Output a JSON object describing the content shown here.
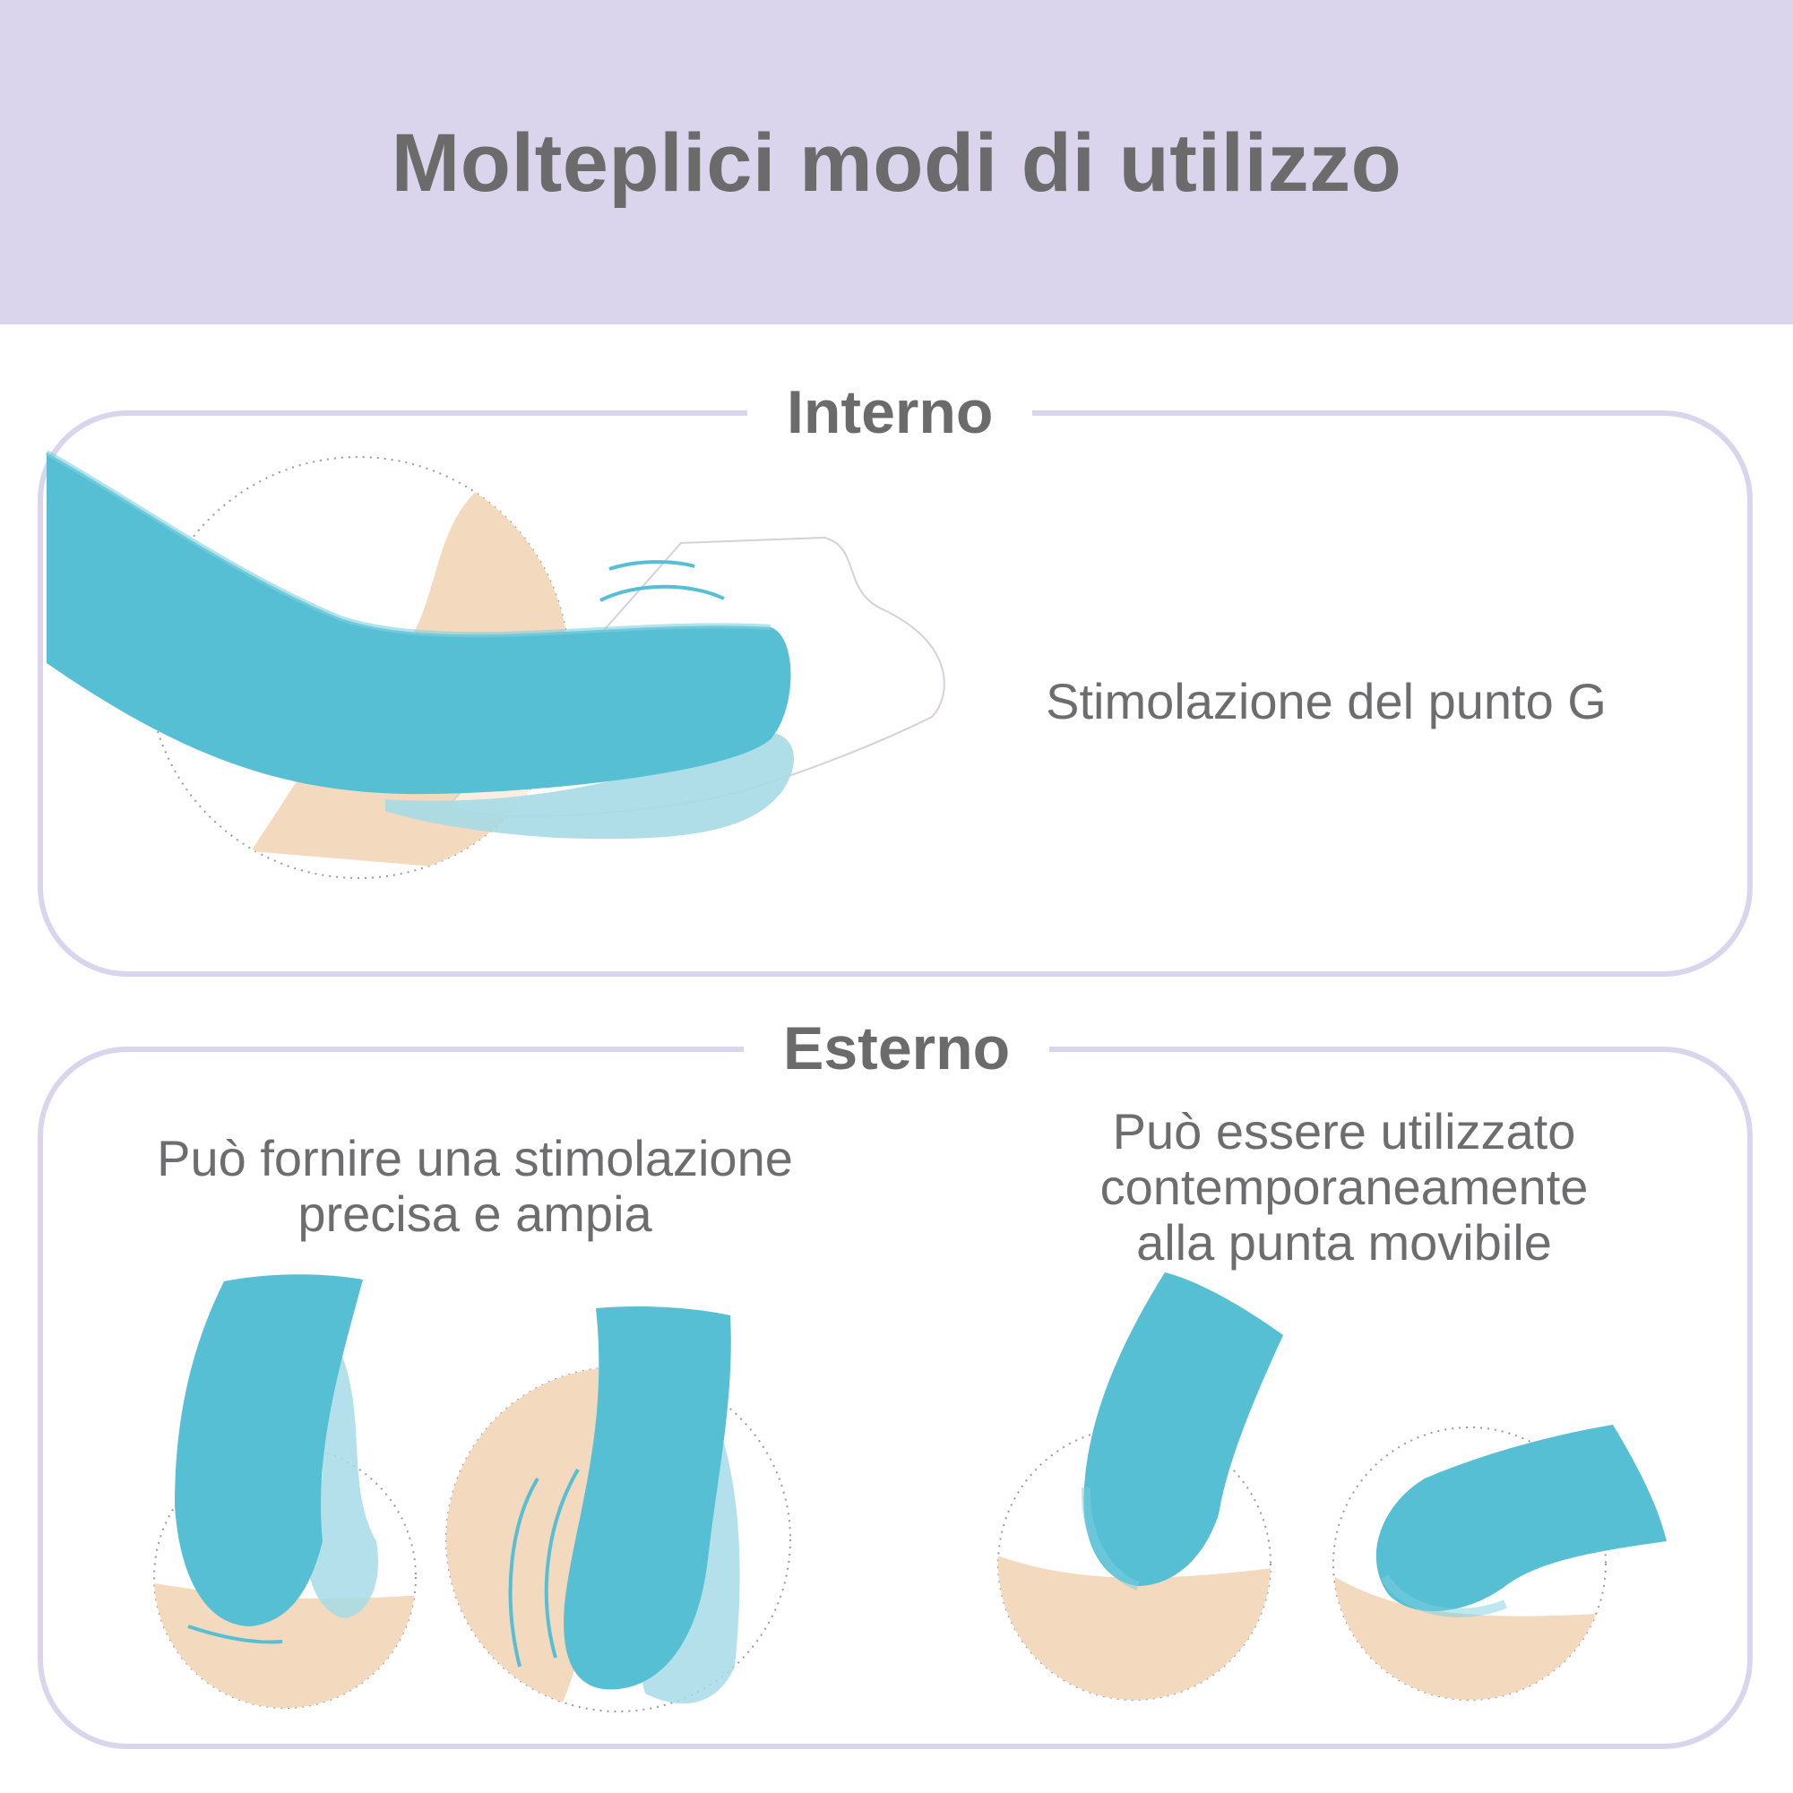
{
  "header": {
    "title": "Molteplici modi di utilizzo"
  },
  "sections": {
    "internal": {
      "title": "Interno",
      "caption": "Stimolazione del punto G"
    },
    "external": {
      "title": "Esterno",
      "caption_left": "Può fornire una stimolazione precisa e ampia",
      "caption_right": "Può essere utilizzato contemporaneamente alla punta movibile"
    }
  },
  "colors": {
    "header_bg": "#dad5ed",
    "panel_border": "#dad5ed",
    "device_teal": "#56bfd4",
    "skin": "#f3d9bd",
    "text": "#6b6b6b"
  },
  "icons": [
    "vibration-lines-icon"
  ]
}
